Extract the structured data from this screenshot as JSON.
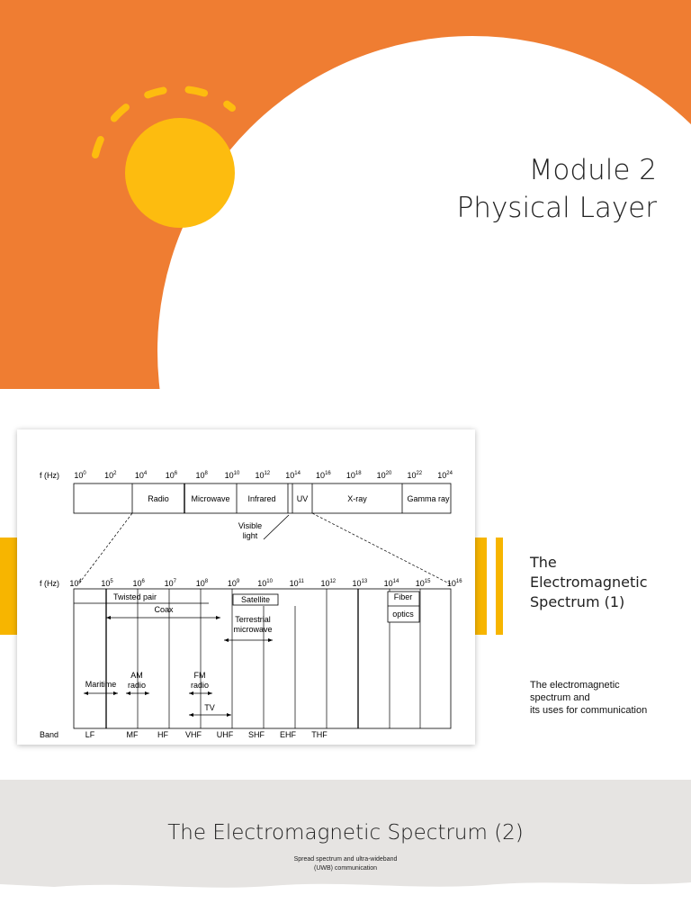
{
  "slide1": {
    "title_line1": "Module 2",
    "title_line2": "Physical Layer",
    "colors": {
      "orange": "#ef7d32",
      "yellow": "#fdbc0f",
      "white": "#ffffff"
    }
  },
  "slide2": {
    "side_title_line1": "The",
    "side_title_line2": "Electromagnetic",
    "side_title_line3": "Spectrum (1)",
    "caption_line1": "The electromagnetic",
    "caption_line2": "spectrum and",
    "caption_line3": "its uses for communication",
    "accent_color": "#f7b500",
    "diagram": {
      "top_axis_label": "f (Hz)",
      "top_ticks": [
        {
          "base": "10",
          "exp": "0"
        },
        {
          "base": "10",
          "exp": "2"
        },
        {
          "base": "10",
          "exp": "4"
        },
        {
          "base": "10",
          "exp": "6"
        },
        {
          "base": "10",
          "exp": "8"
        },
        {
          "base": "10",
          "exp": "10"
        },
        {
          "base": "10",
          "exp": "12"
        },
        {
          "base": "10",
          "exp": "14"
        },
        {
          "base": "10",
          "exp": "16"
        },
        {
          "base": "10",
          "exp": "18"
        },
        {
          "base": "10",
          "exp": "20"
        },
        {
          "base": "10",
          "exp": "22"
        },
        {
          "base": "10",
          "exp": "24"
        }
      ],
      "top_regions": [
        "Radio",
        "Microwave",
        "Infrared",
        "UV",
        "X-ray",
        "Gamma ray"
      ],
      "visible_label_line1": "Visible",
      "visible_label_line2": "light",
      "bottom_axis_label": "f (Hz)",
      "bottom_ticks": [
        {
          "base": "10",
          "exp": "4"
        },
        {
          "base": "10",
          "exp": "5"
        },
        {
          "base": "10",
          "exp": "6"
        },
        {
          "base": "10",
          "exp": "7"
        },
        {
          "base": "10",
          "exp": "8"
        },
        {
          "base": "10",
          "exp": "9"
        },
        {
          "base": "10",
          "exp": "10"
        },
        {
          "base": "10",
          "exp": "11"
        },
        {
          "base": "10",
          "exp": "12"
        },
        {
          "base": "10",
          "exp": "13"
        },
        {
          "base": "10",
          "exp": "14"
        },
        {
          "base": "10",
          "exp": "15"
        },
        {
          "base": "10",
          "exp": "16"
        }
      ],
      "media": {
        "twisted_pair": "Twisted pair",
        "coax": "Coax",
        "satellite": "Satellite",
        "terrestrial_line1": "Terrestrial",
        "terrestrial_line2": "microwave",
        "fiber_line1": "Fiber",
        "fiber_line2": "optics",
        "maritime": "Maritime",
        "am_line1": "AM",
        "am_line2": "radio",
        "fm_line1": "FM",
        "fm_line2": "radio",
        "tv": "TV"
      },
      "band_label": "Band",
      "bands": [
        "LF",
        "MF",
        "HF",
        "VHF",
        "UHF",
        "SHF",
        "EHF",
        "THF"
      ]
    }
  },
  "slide3": {
    "title": "The Electromagnetic Spectrum (2)",
    "subtitle_line1": "Spread spectrum and ultra-wideband",
    "subtitle_line2": "(UWB) communication",
    "band_color": "#e6e4e2"
  }
}
